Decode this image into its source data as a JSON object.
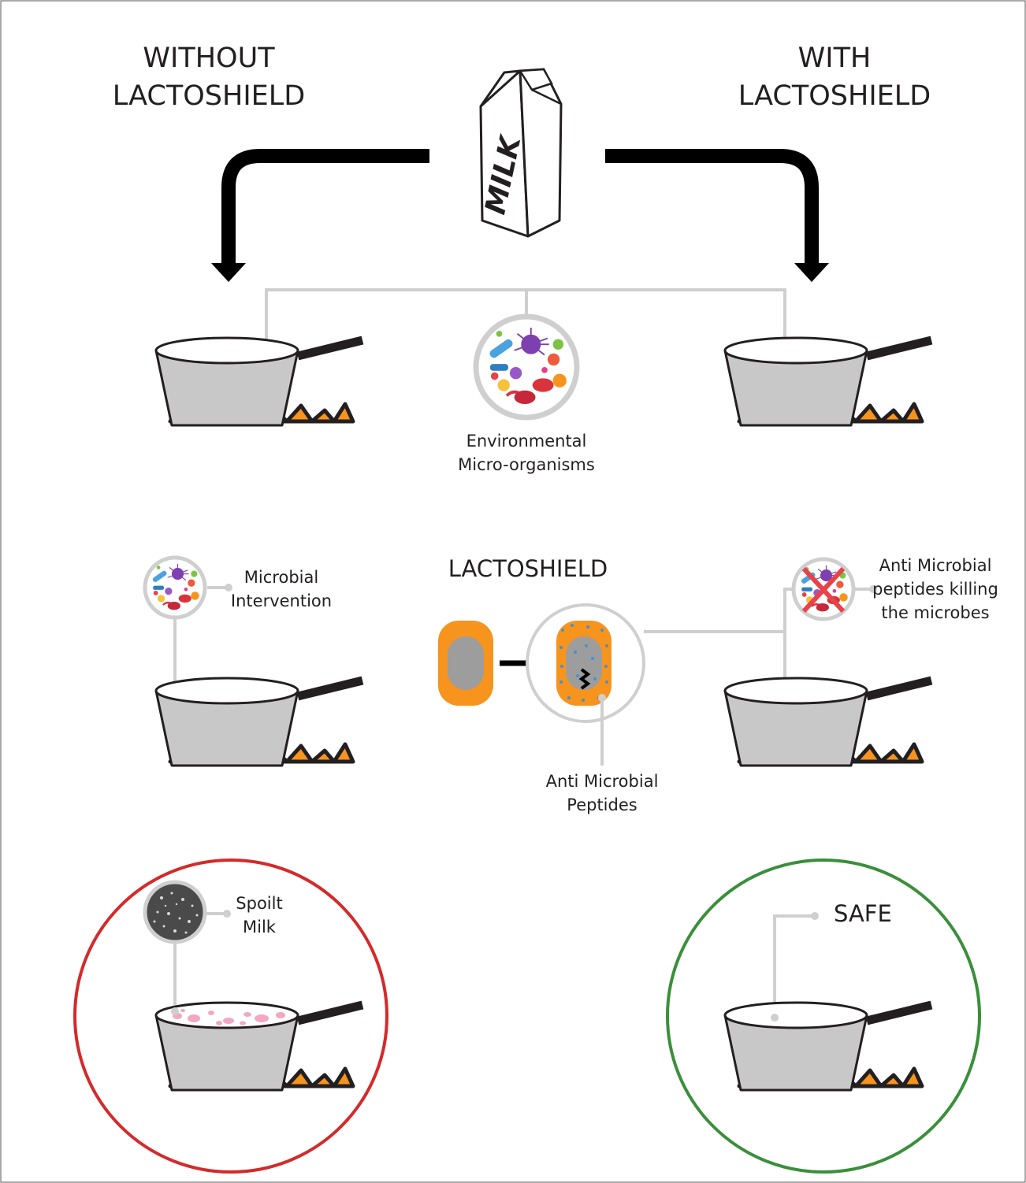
{
  "headers": {
    "left": [
      "WITHOUT",
      "LACTOSHIELD"
    ],
    "right": [
      "WITH",
      "LACTOSHIELD"
    ]
  },
  "carton_text": "MILK",
  "labels": {
    "environmental": [
      "Environmental",
      "Micro-organisms"
    ],
    "microbial_intervention": [
      "Microbial",
      "Intervention"
    ],
    "lactoshield": "LACTOSHIELD",
    "anti_microbial_peptides": [
      "Anti Microbial",
      "Peptides"
    ],
    "peptides_killing": [
      "Anti Microbial",
      "peptides killing",
      "the microbes"
    ],
    "spoilt_milk": [
      "Spoilt",
      "Milk"
    ],
    "safe": "SAFE"
  },
  "colors": {
    "flame": "#f7941d",
    "pot": "#c8c8c8",
    "pot_inside": "#bdbdbd",
    "outline": "#231f20",
    "connector": "#cfcfcf",
    "cell": "#f7941d",
    "cell_core": "#9d9d9d",
    "peptide_dot": "#4a90c8",
    "spoilt_bubble": "#f2a7c3",
    "spoilt_ring": "#d42a2a",
    "safe_ring": "#3a8f3a",
    "cross": "#e8424a"
  },
  "icons": [
    "milk-carton-icon",
    "arrow-down-icon",
    "pot-icon",
    "flame-icon",
    "microbes-icon",
    "bacteria-cell-icon",
    "cross-icon",
    "spoilt-texture-icon"
  ]
}
